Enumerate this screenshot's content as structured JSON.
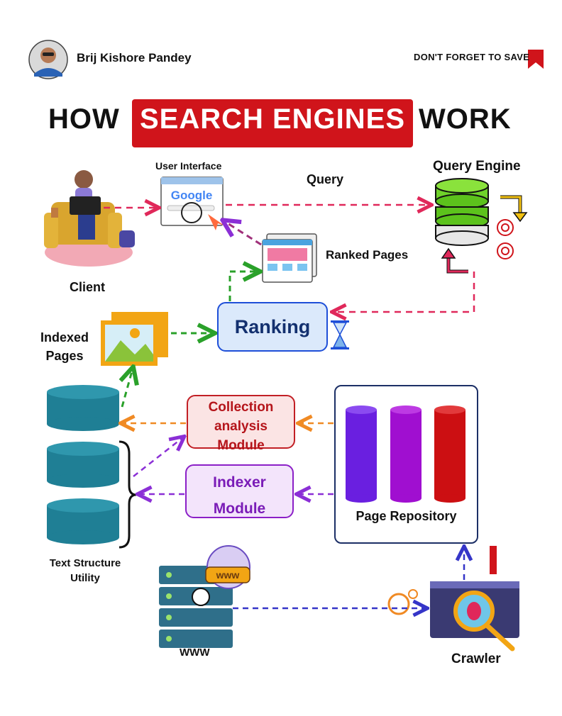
{
  "header": {
    "author_name": "Brij Kishore Pandey",
    "save_text": "DON'T FORGET TO SAVE"
  },
  "title": {
    "part1": "HOW",
    "highlight": "SEARCH ENGINES",
    "part2": "WORK"
  },
  "nodes": {
    "user_interface": "User Interface",
    "query": "Query",
    "query_engine": "Query Engine",
    "client": "Client",
    "ranked_pages": "Ranked Pages",
    "indexed_pages_line1": "Indexed",
    "indexed_pages_line2": "Pages",
    "ranking": "Ranking",
    "collection_line1": "Collection",
    "collection_line2": "analysis",
    "collection_line3": "Module",
    "indexer_line1": "Indexer",
    "indexer_line2": "Module",
    "page_repository": "Page Repository",
    "text_structure_line1": "Text Structure",
    "text_structure_line2": "Utility",
    "www": "WWW",
    "crawler": "Crawler",
    "google_logo": "Google",
    "www_badge": "www"
  },
  "colors": {
    "title_red": "#d0141b",
    "query_arrow": "#e0285a",
    "ranking_arrow": "#2aa12a",
    "collection_arrow": "#f08a24",
    "indexer_arrow": "#8b2fd6",
    "crawl_arrow": "#3535c8",
    "db_teal": "#1f7f95",
    "repo_purple": "#6a1fe0",
    "repo_magenta": "#a00fd0",
    "repo_red": "#cc0f12"
  }
}
